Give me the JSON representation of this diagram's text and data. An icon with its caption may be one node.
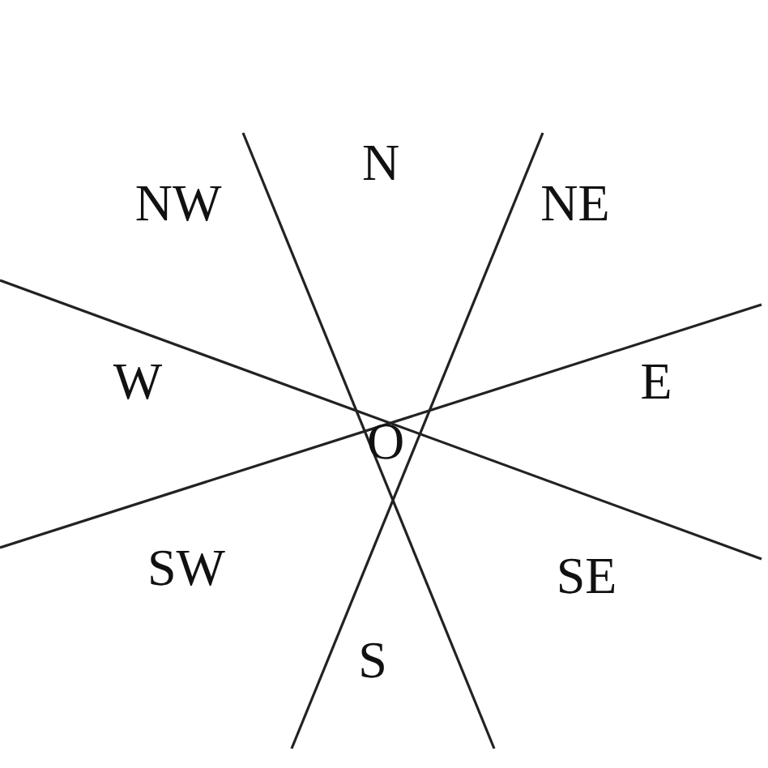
{
  "diagram": {
    "labels": [
      "N",
      "NW",
      "NE",
      "W",
      "E",
      "O",
      "SW",
      "SE",
      "S"
    ]
  }
}
